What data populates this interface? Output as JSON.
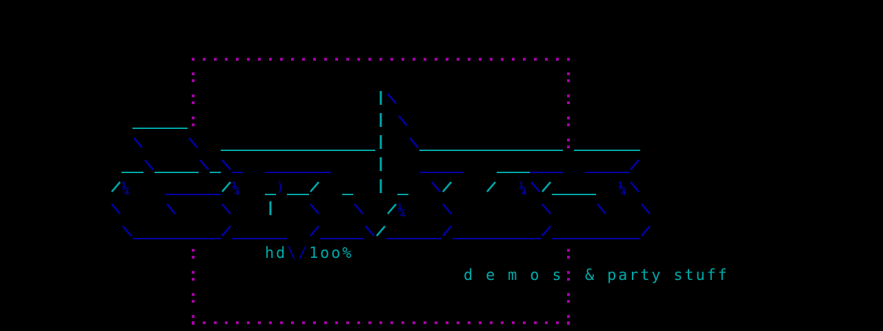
{
  "art": {
    "quarter_glyph": "¼",
    "colors": {
      "cyan": "#00aaaa",
      "blue": "#0000aa",
      "magenta": "#aa00aa",
      "background": "#000000"
    }
  },
  "signature": {
    "author": "hd",
    "mark": "\\/",
    "tag": "1oo%"
  },
  "tagline": {
    "spaced": "d e m o s",
    "rest": "& party stuff"
  }
}
